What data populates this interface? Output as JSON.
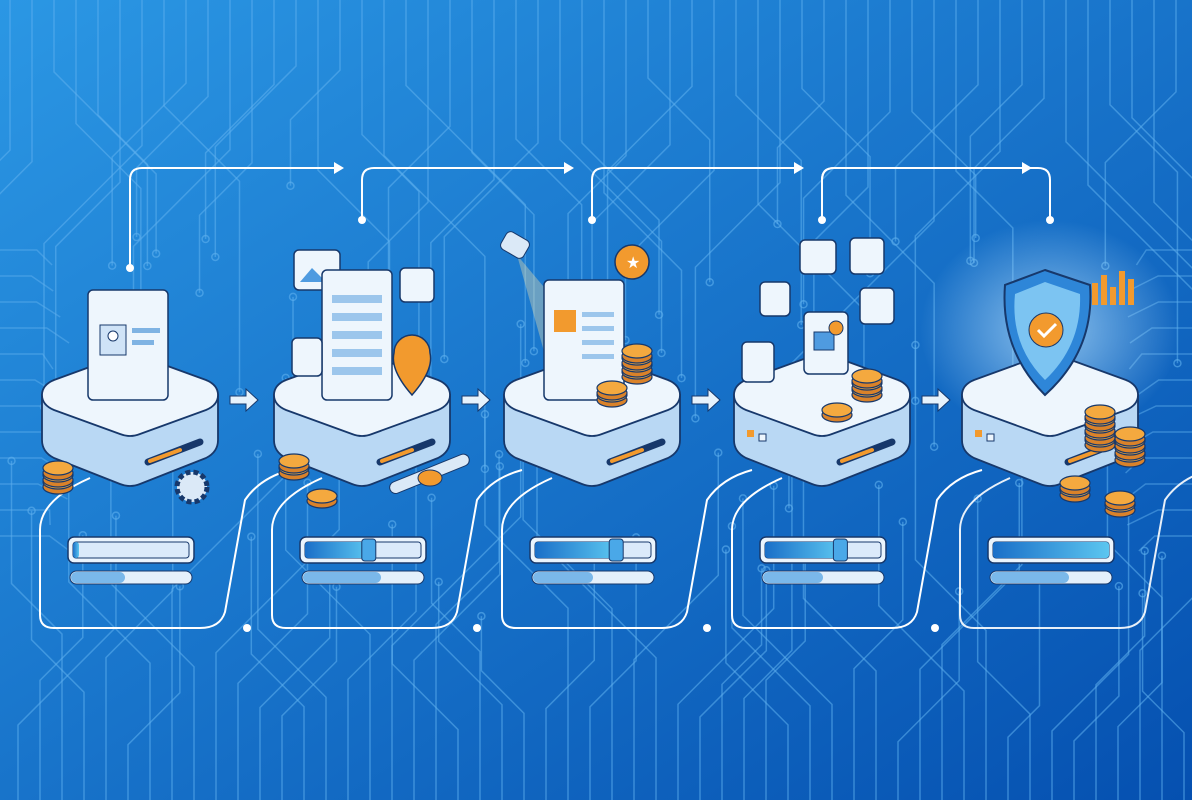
{
  "colors": {
    "background_light": "#2a92e0",
    "background_dark": "#0656b8",
    "circuit": "#5fb0ee",
    "platform_top": "#eef6fd",
    "platform_side": "#b9d8f4",
    "outline": "#17386b",
    "accent": "#f29a2e",
    "flow_line": "#ffffff"
  },
  "stages": [
    {
      "id": "profile",
      "icons": [
        "browser-window-icon",
        "user-profile-icon",
        "coin-stack-icon",
        "gear-icon"
      ],
      "slider_level": 0.05,
      "progress_level": 0.45
    },
    {
      "id": "content",
      "icons": [
        "image-icon",
        "document-layout-icon",
        "location-pin-icon",
        "translate-icon",
        "coin-stack-icon",
        "toggle-slider-icon"
      ],
      "slider_level": 0.55,
      "progress_level": 0.65
    },
    {
      "id": "promotion",
      "icons": [
        "spotlight-icon",
        "browser-window-icon",
        "award-badge-icon",
        "coin-stack-icon"
      ],
      "slider_level": 0.7,
      "progress_level": 0.5
    },
    {
      "id": "marketplace",
      "icons": [
        "shopping-basket-icon",
        "tools-icon",
        "storefront-icon",
        "add-package-icon",
        "gear-icon",
        "laptop-icon",
        "coin-stack-icon"
      ],
      "slider_level": 0.65,
      "progress_level": 0.5
    },
    {
      "id": "secure",
      "icons": [
        "shield-check-icon",
        "bar-chart-icon",
        "coin-stack-icon"
      ],
      "slider_level": 1.0,
      "progress_level": 0.65
    }
  ]
}
